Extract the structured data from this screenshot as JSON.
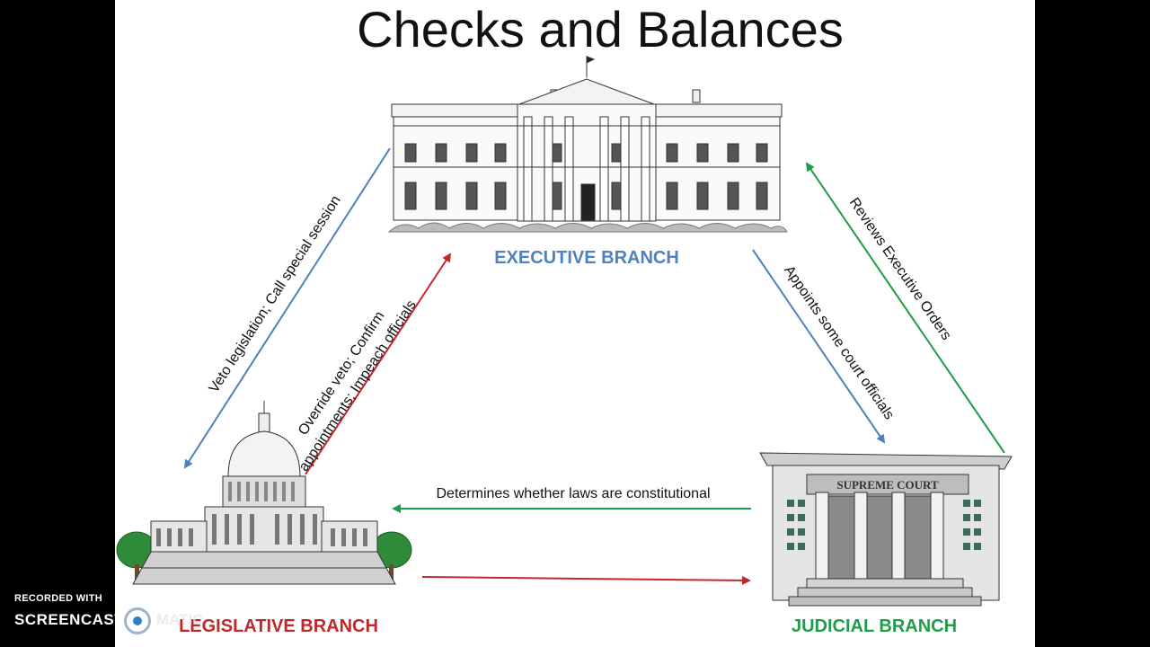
{
  "title": "Checks and Balances",
  "branches": {
    "executive": "EXECUTIVE BRANCH",
    "legislative": "LEGISLATIVE BRANCH",
    "judicial": "JUDICIAL BRANCH"
  },
  "arrows": {
    "exec_to_leg": "Veto legislation; Call special session",
    "leg_to_exec_line1": "Override veto; Confirm",
    "leg_to_exec_line2": "appointments; Impeach officials",
    "exec_to_jud": "Appoints some court officials",
    "jud_to_exec": "Reviews Executive Orders",
    "jud_to_leg": "Determines whether laws are constitutional"
  },
  "court_sign": "SUPREME COURT",
  "watermark": {
    "line1": "RECORDED WITH",
    "line2": "SCREENCAST",
    "line3": "MATIC"
  },
  "colors": {
    "executive": "#4f81bd",
    "legislative": "#c0282b",
    "judicial": "#1e9e4a"
  }
}
